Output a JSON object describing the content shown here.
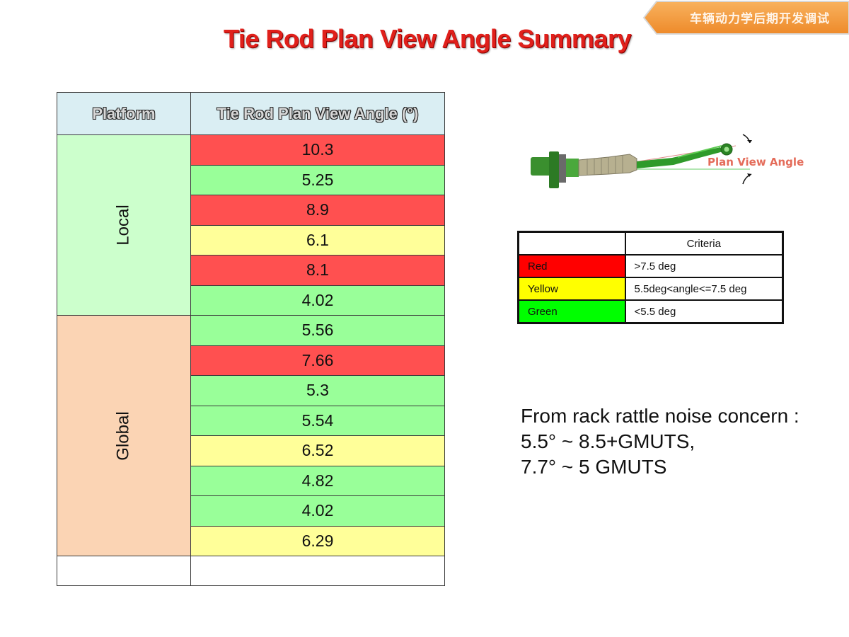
{
  "header_tag": "车辆动力学后期开发调试",
  "title": "Tie Rod Plan View Angle Summary",
  "main_table": {
    "headers": [
      "Platform",
      "Tie Rod Plan View Angle (°)"
    ],
    "groups": [
      {
        "platform": "Local",
        "rows": [
          {
            "value": "10.3",
            "color": "red"
          },
          {
            "value": "5.25",
            "color": "green"
          },
          {
            "value": "8.9",
            "color": "red"
          },
          {
            "value": "6.1",
            "color": "yellow"
          },
          {
            "value": "8.1",
            "color": "red"
          },
          {
            "value": "4.02",
            "color": "green"
          }
        ]
      },
      {
        "platform": "Global",
        "rows": [
          {
            "value": "5.56",
            "color": "green"
          },
          {
            "value": "7.66",
            "color": "red"
          },
          {
            "value": "5.3",
            "color": "green"
          },
          {
            "value": "5.54",
            "color": "green"
          },
          {
            "value": "6.52",
            "color": "yellow"
          },
          {
            "value": "4.82",
            "color": "green"
          },
          {
            "value": "4.02",
            "color": "green"
          },
          {
            "value": "6.29",
            "color": "yellow"
          }
        ]
      }
    ]
  },
  "diagram": {
    "label": "Plan View Angle"
  },
  "criteria_table": {
    "header": "Criteria",
    "rows": [
      {
        "name": "Red",
        "rule": ">7.5 deg"
      },
      {
        "name": "Yellow",
        "rule": "5.5deg<angle<=7.5 deg"
      },
      {
        "name": "Green",
        "rule": "<5.5 deg"
      }
    ]
  },
  "note": {
    "lines": [
      "From rack rattle noise concern :",
      "5.5° ~ 8.5+GMUTS,",
      "7.7° ~ 5 GMUTS"
    ]
  },
  "colors": {
    "title": "#e0201b",
    "tag_orange": "#f59a3c",
    "red_cell": "#ff5050",
    "green_cell": "#99ff99",
    "yellow_cell": "#ffff99",
    "local_bg": "#ccffcc",
    "global_bg": "#fbd4b4",
    "header_bg": "#daeef3"
  }
}
